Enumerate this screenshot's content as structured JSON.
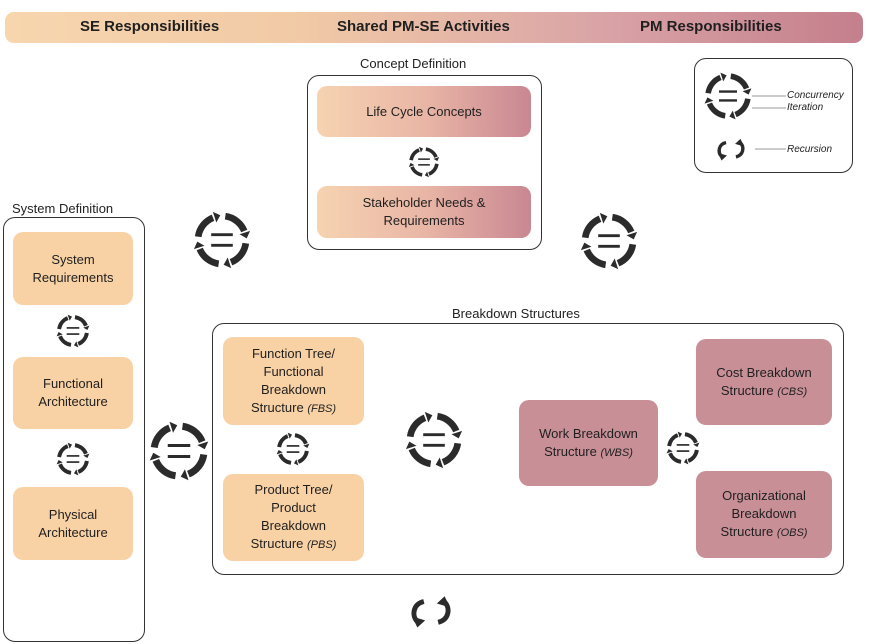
{
  "header": {
    "se_label": "SE Responsibilities",
    "shared_label": "Shared PM-SE Activities",
    "pm_label": "PM Responsibilities"
  },
  "concept_definition": {
    "title": "Concept Definition",
    "life_cycle": "Life Cycle Concepts",
    "stakeholder_line1": "Stakeholder Needs &",
    "stakeholder_line2": "Requirements"
  },
  "system_definition": {
    "title": "System Definition",
    "sysreq_line1": "System",
    "sysreq_line2": "Requirements",
    "func_line1": "Functional",
    "func_line2": "Architecture",
    "phys_line1": "Physical",
    "phys_line2": "Architecture"
  },
  "breakdown": {
    "title": "Breakdown Structures",
    "fbs_line1": "Function Tree/",
    "fbs_line2": "Functional",
    "fbs_line3": "Breakdown",
    "fbs_line4": "Structure",
    "fbs_abbr": "(FBS)",
    "pbs_line1": "Product Tree/",
    "pbs_line2": "Product",
    "pbs_line3": "Breakdown",
    "pbs_line4": "Structure",
    "pbs_abbr": "(PBS)",
    "wbs_line1": "Work Breakdown",
    "wbs_line2": "Structure",
    "wbs_abbr": "(WBS)",
    "cbs_line1": "Cost Breakdown",
    "cbs_line2": "Structure",
    "cbs_abbr": "(CBS)",
    "obs_line1": "Organizational",
    "obs_line2": "Breakdown",
    "obs_line3": "Structure",
    "obs_abbr": "(OBS)"
  },
  "legend": {
    "concurrency": "Concurrency",
    "iteration": "Iteration",
    "recursion": "Recursion"
  },
  "icons": {
    "cycle": "concurrency-iteration-icon",
    "recursion": "recursion-icon"
  },
  "colors": {
    "se": "#f8d2a5",
    "pm": "#c88f97"
  }
}
